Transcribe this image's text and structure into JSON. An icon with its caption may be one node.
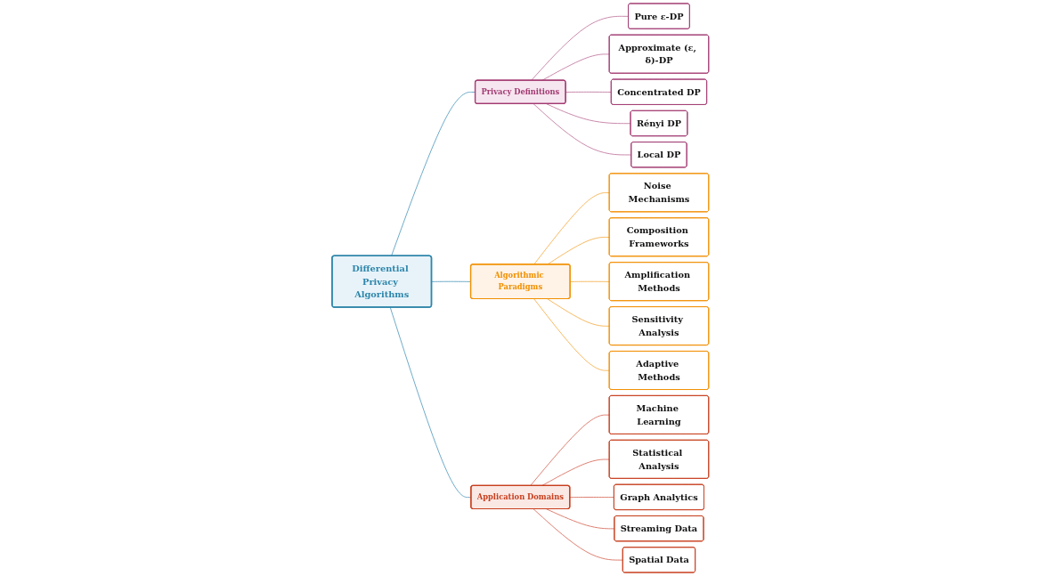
{
  "diagram": {
    "nodes": [
      {
        "text": [
          "Differential Privacy Algorithms"
        ]
      },
      {
        "text": [
          "Privacy Definitions"
        ]
      },
      {
        "text": [
          "Algorithmic Paradigms"
        ]
      },
      {
        "text": [
          "Application Domains"
        ]
      },
      {
        "text": [
          "Pure ε-DP"
        ]
      },
      {
        "text": [
          "Approximate (ε, δ)-DP"
        ]
      },
      {
        "text": [
          "Concentrated DP"
        ]
      },
      {
        "text": [
          "Rényi DP"
        ]
      },
      {
        "text": [
          "Local DP"
        ]
      },
      {
        "text": [
          "Noise Mechanisms"
        ]
      },
      {
        "text": [
          "Composition Frameworks"
        ]
      },
      {
        "text": [
          "Amplification Methods"
        ]
      },
      {
        "text": [
          "Sensitivity Analysis"
        ]
      },
      {
        "text": [
          "Adaptive Methods"
        ]
      },
      {
        "text": [
          "Machine Learning"
        ]
      },
      {
        "text": [
          "Statistical Analysis"
        ]
      },
      {
        "text": [
          "Graph Analytics"
        ]
      },
      {
        "text": [
          "Streaming Data"
        ]
      },
      {
        "text": [
          "Spatial Data"
        ]
      }
    ],
    "edges": [
      {
        "from": 0,
        "to": 1,
        "arrow": "none",
        "color": "#5a9fc0"
      },
      {
        "from": 0,
        "to": 2,
        "arrow": "none",
        "color": "#5a9fc0"
      },
      {
        "from": 0,
        "to": 3,
        "arrow": "none",
        "color": "#5a9fc0"
      },
      {
        "from": 1,
        "to": 4,
        "arrow": "none",
        "color": "#c27aa0"
      },
      {
        "from": 1,
        "to": 5,
        "arrow": "none",
        "color": "#c27aa0"
      },
      {
        "from": 1,
        "to": 6,
        "arrow": "none",
        "color": "#c27aa0"
      },
      {
        "from": 1,
        "to": 7,
        "arrow": "none",
        "color": "#c27aa0"
      },
      {
        "from": 1,
        "to": 8,
        "arrow": "none",
        "color": "#c27aa0"
      },
      {
        "from": 2,
        "to": 9,
        "arrow": "none",
        "color": "#f5b04d"
      },
      {
        "from": 2,
        "to": 10,
        "arrow": "none",
        "color": "#f5b04d"
      },
      {
        "from": 2,
        "to": 11,
        "arrow": "none",
        "color": "#f5b04d"
      },
      {
        "from": 2,
        "to": 12,
        "arrow": "none",
        "color": "#f5b04d"
      },
      {
        "from": 2,
        "to": 13,
        "arrow": "none",
        "color": "#f5b04d"
      },
      {
        "from": 3,
        "to": 14,
        "arrow": "none",
        "color": "#d87060"
      },
      {
        "from": 3,
        "to": 15,
        "arrow": "none",
        "color": "#d87060"
      },
      {
        "from": 3,
        "to": 16,
        "arrow": "none",
        "color": "#d87060"
      },
      {
        "from": 3,
        "to": 17,
        "arrow": "none",
        "color": "#d87060"
      },
      {
        "from": 3,
        "to": 18,
        "arrow": "none",
        "color": "#d87060"
      }
    ]
  }
}
